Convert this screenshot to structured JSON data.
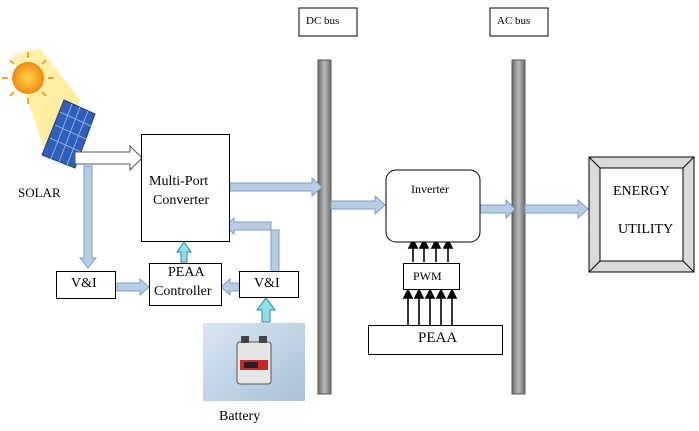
{
  "labels": {
    "dc_bus": "DC bus",
    "ac_bus": "AC bus",
    "solar": "SOLAR",
    "battery": "Battery",
    "multi_port_line1": "Multi-Port",
    "multi_port_line2": "Converter",
    "vi_left": "V&I",
    "vi_right": "V&I",
    "peaa_controller_line1": "PEAA",
    "peaa_controller_line2": "Controller",
    "inverter": "Inverter",
    "pwm": "PWM",
    "peaa": "PEAA",
    "energy_line1": "ENERGY",
    "energy_line2": "UTILITY"
  },
  "icons": [
    "sun-icon",
    "solar-panel-icon",
    "battery-icon"
  ],
  "colors": {
    "arrow_fill": "#b7cde6",
    "arrow_stroke": "#7f9ec4",
    "bus_fill": "#8f8f8f",
    "cyan_arrow": "#8fe0ea",
    "sun": "#f5a623",
    "panel": "#2f5fb8"
  }
}
